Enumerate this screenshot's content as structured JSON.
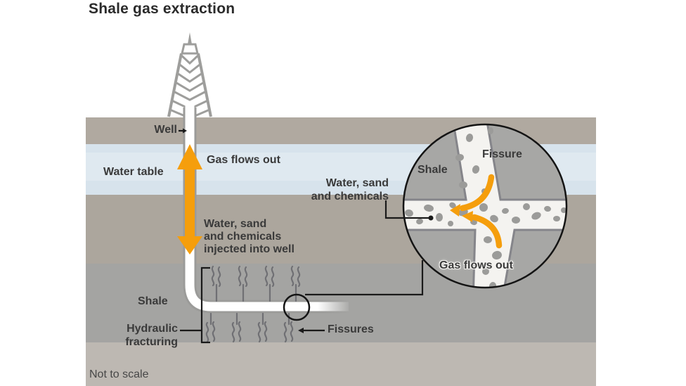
{
  "title": "Shale gas extraction",
  "footnote": "Not to scale",
  "main_labels": {
    "well": "Well",
    "water_table": "Water table",
    "gas_flows_out": "Gas flows out",
    "injected": [
      "Water, sand",
      "and chemicals",
      "injected into well"
    ],
    "shale": "Shale",
    "hydraulic_fracturing": [
      "Hydraulic",
      "fracturing"
    ],
    "fissures": "Fissures"
  },
  "inset_labels": {
    "shale": "Shale",
    "fissure": "Fissure",
    "water_sand_chemicals": [
      "Water, sand",
      "and chemicals"
    ],
    "gas_flows_out": "Gas flows out"
  },
  "icons": {
    "derrick": "drilling-derrick-icon",
    "flow_arrow": "double-headed-flow-arrow-icon",
    "fissure_marks": "fissure-crack-icon",
    "magnifier": "magnified-detail-circle"
  },
  "colors": {
    "accent_orange": "#F59E0C",
    "soil_top": "#B0A9A0",
    "water_table_blue": "#D7E3EC",
    "soil_mid": "#ACA69D",
    "shale_gray": "#A4A4A2",
    "deep_soil": "#BDB8B2",
    "inset_rock": "#A7A7A5",
    "fissure_white": "#F4F3F0",
    "pebble_gray": "#9B9B99",
    "label_dark": "#3A3A3A",
    "line_black": "#1A1A1A"
  }
}
